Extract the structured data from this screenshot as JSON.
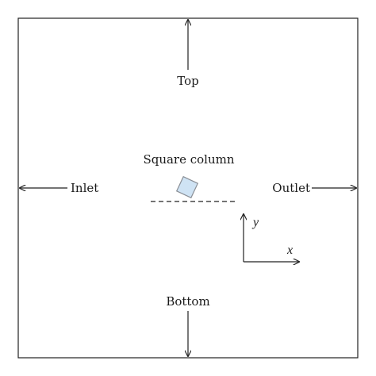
{
  "labels": {
    "top": "Top",
    "bottom": "Bottom",
    "inlet": "Inlet",
    "outlet": "Outlet",
    "column": "Square column"
  },
  "axes": {
    "x": "x",
    "y": "y"
  },
  "colors": {
    "line": "#222222",
    "column_fill": "#cfe3f4",
    "column_stroke": "#8a8f96"
  }
}
